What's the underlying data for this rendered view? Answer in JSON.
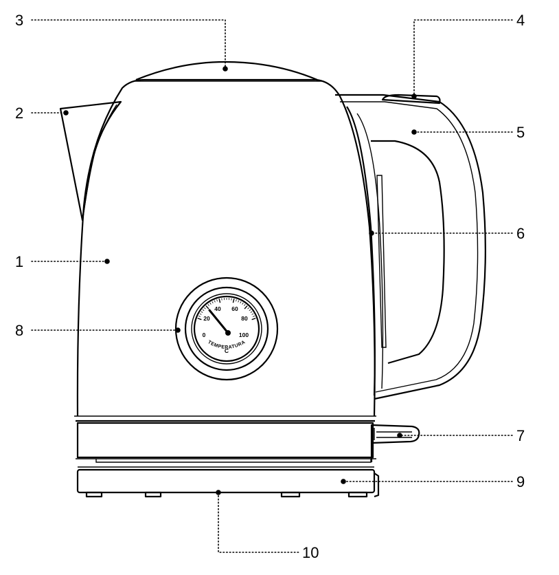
{
  "callouts": [
    {
      "id": "1",
      "label": "1"
    },
    {
      "id": "2",
      "label": "2"
    },
    {
      "id": "3",
      "label": "3"
    },
    {
      "id": "4",
      "label": "4"
    },
    {
      "id": "5",
      "label": "5"
    },
    {
      "id": "6",
      "label": "6"
    },
    {
      "id": "7",
      "label": "7"
    },
    {
      "id": "8",
      "label": "8"
    },
    {
      "id": "9",
      "label": "9"
    },
    {
      "id": "10",
      "label": "10"
    }
  ],
  "thermometer": {
    "scale": [
      "0",
      "20",
      "40",
      "60",
      "80",
      "100"
    ],
    "word": "TEMPERATURA",
    "unit": "C"
  }
}
